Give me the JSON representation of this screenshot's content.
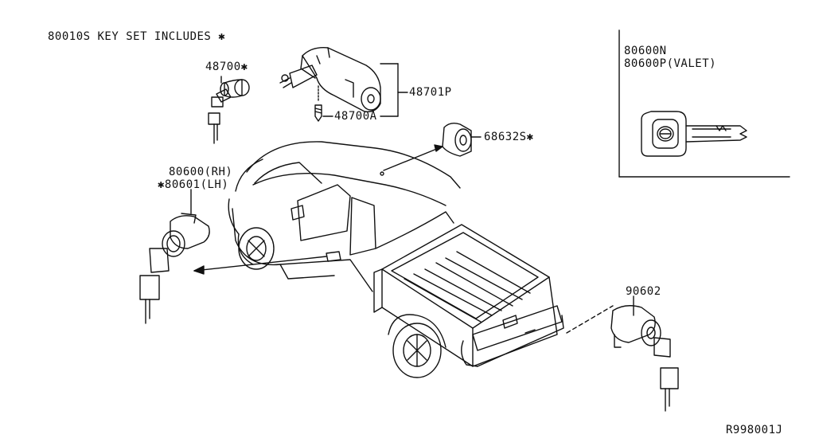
{
  "header": {
    "key_set_note": "80010S KEY SET INCLUDES ✱"
  },
  "callouts": {
    "p48700": "48700✱",
    "p48701p": "48701P",
    "p48700a": "48700A",
    "p68632s": "68632S✱",
    "p80600_rh": "80600(RH)",
    "p80601_lh": "✱80601(LH)",
    "p90602": "90602"
  },
  "inset": {
    "line1": "80600N",
    "line2": "80600P(VALET)"
  },
  "footer": {
    "diagram_code": "R998001J"
  },
  "colors": {
    "ink": "#111111",
    "paper": "#ffffff"
  }
}
